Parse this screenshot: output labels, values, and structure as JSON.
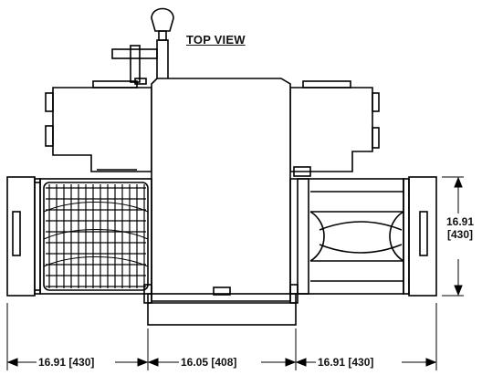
{
  "view_title": "TOP VIEW",
  "dimensions": {
    "left_width": "16.91 [430]",
    "center_width": "16.05 [408]",
    "right_width": "16.91 [430]",
    "height_in": "16.91",
    "height_mm": "[430]"
  },
  "colors": {
    "line": "#000000",
    "background": "#ffffff"
  }
}
